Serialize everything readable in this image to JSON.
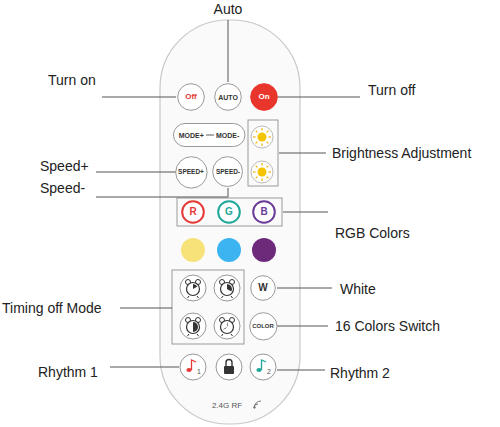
{
  "diagram": {
    "nodes": [
      {
        "text": [
          "Off"
        ]
      },
      {
        "text": [
          "AUTO"
        ]
      },
      {
        "text": [
          "On"
        ]
      },
      {
        "text": [
          "MODE+",
          "MODE-"
        ]
      },
      {
        "text": [
          "SPEED+"
        ]
      },
      {
        "text": [
          "SPEED-"
        ]
      },
      {
        "text": [
          "R"
        ]
      },
      {
        "text": [
          "G"
        ]
      },
      {
        "text": [
          "B"
        ]
      },
      {
        "text": [
          "W"
        ]
      },
      {
        "text": [
          "COLOR"
        ]
      }
    ],
    "labels": [
      "Auto",
      "Turn on",
      "Turn off",
      "Brightness Adjustment",
      "Speed+",
      "Speed-",
      "RGB Colors",
      "Timing off Mode",
      "White",
      "16 Colors Switch",
      "Rhythm 1",
      "Rhythm 2",
      "1",
      "2",
      "2.4G RF"
    ]
  }
}
